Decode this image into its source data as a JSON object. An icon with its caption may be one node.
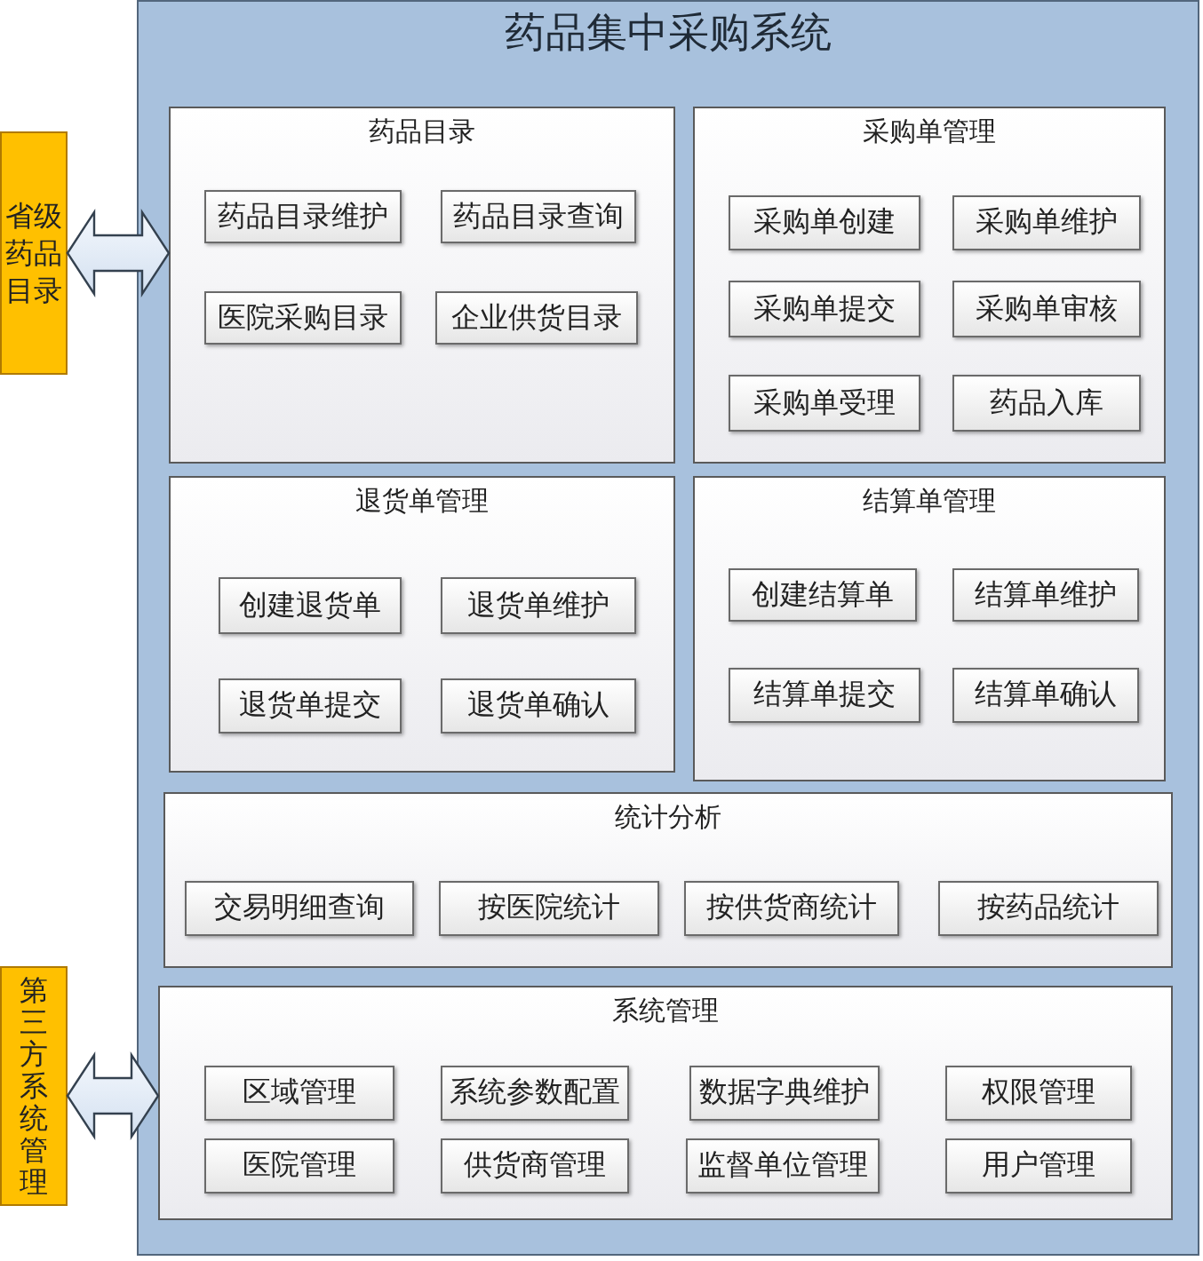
{
  "diagram": {
    "nodes": [
      {
        "text": [
          "省级药品目录"
        ]
      },
      {
        "text": [
          "药品集中采购系统"
        ]
      },
      {
        "text": [
          "药品目录"
        ],
        "in": 1
      },
      {
        "text": [
          "药品目录维护"
        ],
        "in": 2
      },
      {
        "text": [
          "药品目录查询"
        ],
        "in": 2
      },
      {
        "text": [
          "医院采购目录"
        ],
        "in": 2
      },
      {
        "text": [
          "企业供货目录"
        ],
        "in": 2
      },
      {
        "text": [
          "采购单管理"
        ],
        "in": 1
      },
      {
        "text": [
          "采购单创建"
        ],
        "in": 7
      },
      {
        "text": [
          "采购单维护"
        ],
        "in": 7
      },
      {
        "text": [
          "采购单提交"
        ],
        "in": 7
      },
      {
        "text": [
          "采购单审核"
        ],
        "in": 7
      },
      {
        "text": [
          "采购单受理"
        ],
        "in": 7
      },
      {
        "text": [
          "药品入库"
        ],
        "in": 7
      },
      {
        "text": [
          "退货单管理"
        ],
        "in": 1
      },
      {
        "text": [
          "创建退货单"
        ],
        "in": 14
      },
      {
        "text": [
          "退货单维护"
        ],
        "in": 14
      },
      {
        "text": [
          "退货单提交"
        ],
        "in": 14
      },
      {
        "text": [
          "退货单确认"
        ],
        "in": 14
      },
      {
        "text": [
          "结算单管理"
        ],
        "in": 1
      },
      {
        "text": [
          "创建结算单"
        ],
        "in": 19
      },
      {
        "text": [
          "结算单维护"
        ],
        "in": 19
      },
      {
        "text": [
          "结算单提交"
        ],
        "in": 19
      },
      {
        "text": [
          "结算单确认"
        ],
        "in": 19
      },
      {
        "text": [
          "统计分析"
        ],
        "in": 1
      },
      {
        "text": [
          "交易明细查询"
        ],
        "in": 24
      },
      {
        "text": [
          "按医院统计"
        ],
        "in": 24
      },
      {
        "text": [
          "按供货商统计"
        ],
        "in": 24
      },
      {
        "text": [
          "按药品统计"
        ],
        "in": 24
      },
      {
        "text": [
          "系统管理"
        ],
        "in": 1
      },
      {
        "text": [
          "区域管理"
        ],
        "in": 29
      },
      {
        "text": [
          "系统参数配置"
        ],
        "in": 29
      },
      {
        "text": [
          "数据字典维护"
        ],
        "in": 29
      },
      {
        "text": [
          "权限管理"
        ],
        "in": 29
      },
      {
        "text": [
          "医院管理"
        ],
        "in": 29
      },
      {
        "text": [
          "供货商管理"
        ],
        "in": 29
      },
      {
        "text": [
          "监督单位管理"
        ],
        "in": 29
      },
      {
        "text": [
          "用户管理"
        ],
        "in": 29
      },
      {
        "text": [
          "第三方系统管理"
        ]
      }
    ],
    "edges": [
      {
        "from": 0,
        "to": 2,
        "arrow": "both"
      },
      {
        "from": 38,
        "to": 29,
        "arrow": "both"
      }
    ]
  }
}
